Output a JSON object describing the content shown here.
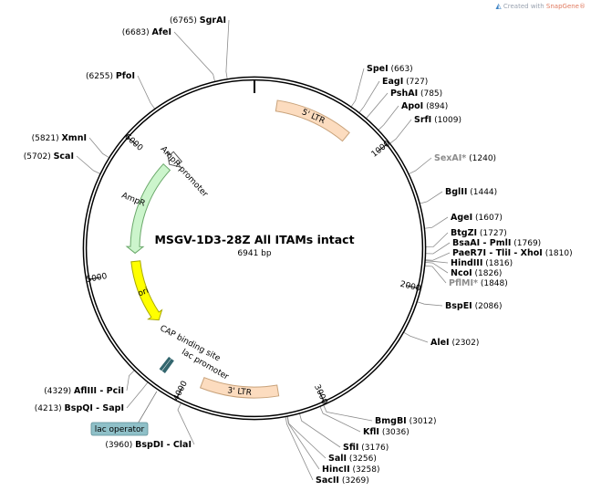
{
  "watermark": {
    "prefix": "Created with",
    "brand": "SnapGene®",
    "icon": "snapgene-logo-icon"
  },
  "plasmid": {
    "name": "MSGV-1D3-28Z All ITAMs intact",
    "length_label": "6941 bp",
    "length": 6941
  },
  "ticks": [
    {
      "pos": 1000,
      "label": "1000"
    },
    {
      "pos": 2000,
      "label": "2000"
    },
    {
      "pos": 3000,
      "label": "3000"
    },
    {
      "pos": 4000,
      "label": "4000"
    },
    {
      "pos": 5000,
      "label": "5000"
    },
    {
      "pos": 6000,
      "label": "6000"
    }
  ],
  "sites": [
    {
      "name": "SpeI",
      "pos_label": "(663)",
      "pos": 663,
      "side": "right"
    },
    {
      "name": "EagI",
      "pos_label": "(727)",
      "pos": 727,
      "side": "right"
    },
    {
      "name": "PshAI",
      "pos_label": "(785)",
      "pos": 785,
      "side": "right"
    },
    {
      "name": "ApoI",
      "pos_label": "(894)",
      "pos": 894,
      "side": "right"
    },
    {
      "name": "SrfI",
      "pos_label": "(1009)",
      "pos": 1009,
      "side": "right"
    },
    {
      "name": "SexAI*",
      "pos_label": "(1240)",
      "pos": 1240,
      "side": "right",
      "grey": true
    },
    {
      "name": "BglII",
      "pos_label": "(1444)",
      "pos": 1444,
      "side": "right"
    },
    {
      "name": "AgeI",
      "pos_label": "(1607)",
      "pos": 1607,
      "side": "right"
    },
    {
      "name": "BtgZI",
      "pos_label": "(1727)",
      "pos": 1727,
      "side": "right"
    },
    {
      "name": "BsaAI - PmlI",
      "pos_label": "(1769)",
      "pos": 1769,
      "side": "right"
    },
    {
      "name": "PaeR7I - TliI - XhoI",
      "pos_label": "(1810)",
      "pos": 1810,
      "side": "right"
    },
    {
      "name": "HindIII",
      "pos_label": "(1816)",
      "pos": 1816,
      "side": "right"
    },
    {
      "name": "NcoI",
      "pos_label": "(1826)",
      "pos": 1826,
      "side": "right"
    },
    {
      "name": "PflMI*",
      "pos_label": "(1848)",
      "pos": 1848,
      "side": "right",
      "grey": true
    },
    {
      "name": "BspEI",
      "pos_label": "(2086)",
      "pos": 2086,
      "side": "right"
    },
    {
      "name": "AleI",
      "pos_label": "(2302)",
      "pos": 2302,
      "side": "right"
    },
    {
      "name": "BmgBI",
      "pos_label": "(3012)",
      "pos": 3012,
      "side": "right"
    },
    {
      "name": "KflI",
      "pos_label": "(3036)",
      "pos": 3036,
      "side": "right"
    },
    {
      "name": "SfiI",
      "pos_label": "(3176)",
      "pos": 3176,
      "side": "right"
    },
    {
      "name": "SalI",
      "pos_label": "(3256)",
      "pos": 3256,
      "side": "right"
    },
    {
      "name": "HincII",
      "pos_label": "(3258)",
      "pos": 3258,
      "side": "right"
    },
    {
      "name": "SacII",
      "pos_label": "(3269)",
      "pos": 3269,
      "side": "right"
    },
    {
      "name": "BspDI - ClaI",
      "pos_label": "(3960)",
      "pos": 3960,
      "side": "left"
    },
    {
      "name": "BspQI - SapI",
      "pos_label": "(4213)",
      "pos": 4213,
      "side": "left"
    },
    {
      "name": "AflIII - PciI",
      "pos_label": "(4329)",
      "pos": 4329,
      "side": "left"
    },
    {
      "name": "ScaI",
      "pos_label": "(5702)",
      "pos": 5702,
      "side": "left"
    },
    {
      "name": "XmnI",
      "pos_label": "(5821)",
      "pos": 5821,
      "side": "left"
    },
    {
      "name": "PfoI",
      "pos_label": "(6255)",
      "pos": 6255,
      "side": "left"
    },
    {
      "name": "AfeI",
      "pos_label": "(6683)",
      "pos": 6683,
      "side": "left"
    },
    {
      "name": "SgrAI",
      "pos_label": "(6765)",
      "pos": 6765,
      "side": "left"
    }
  ],
  "features": [
    {
      "name": "5' LTR",
      "kind": "box",
      "start": 170,
      "end": 760,
      "color": "#fcdcbf",
      "stroke": "#c8a27a"
    },
    {
      "name": "3' LTR",
      "kind": "box",
      "start": 3290,
      "end": 3880,
      "color": "#fcdcbf",
      "stroke": "#c8a27a"
    },
    {
      "name": "AmpR promoter",
      "kind": "promoter",
      "start": 6065,
      "end": 6170,
      "color": "#ffffff",
      "stroke": "#555555"
    },
    {
      "name": "AmpR",
      "kind": "arrow",
      "start": 5160,
      "end": 6030,
      "color": "#ccf5cc",
      "stroke": "#6aa86a"
    },
    {
      "name": "ori",
      "kind": "arrow",
      "start": 4495,
      "end": 5085,
      "color": "#ffff00",
      "stroke": "#a8a800"
    },
    {
      "name": "CAP binding site",
      "kind": "mark",
      "start": 4190,
      "end": 4205,
      "color": "#33666e"
    },
    {
      "name": "lac promoter",
      "kind": "mark",
      "start": 4160,
      "end": 4180,
      "color": "#33666e"
    },
    {
      "name": "lac operator",
      "kind": "tag",
      "start": 4125,
      "end": 4140,
      "color": "#8fc0c8"
    }
  ]
}
